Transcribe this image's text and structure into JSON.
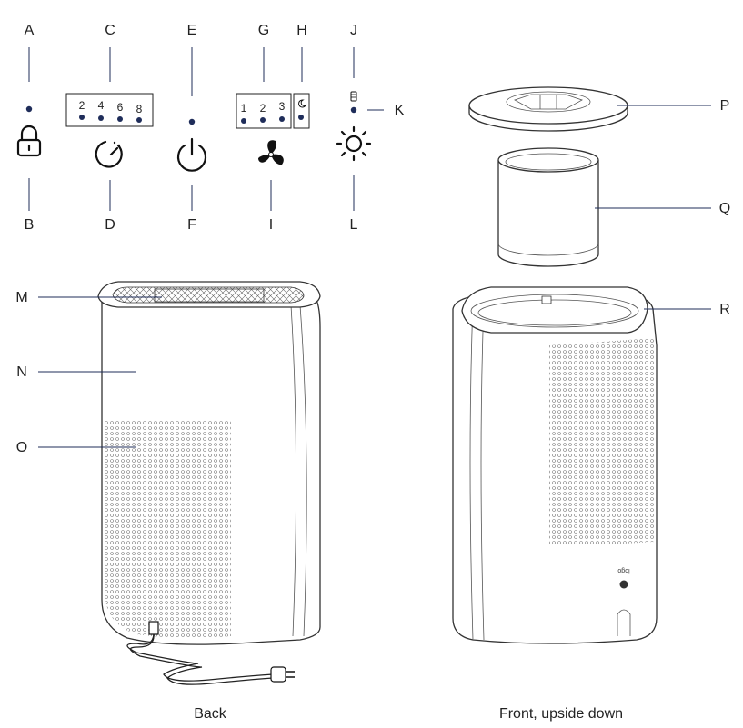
{
  "labels": {
    "A": "A",
    "B": "B",
    "C": "C",
    "D": "D",
    "E": "E",
    "F": "F",
    "G": "G",
    "H": "H",
    "I": "I",
    "J": "J",
    "K": "K",
    "L": "L",
    "M": "M",
    "N": "N",
    "O": "O",
    "P": "P",
    "Q": "Q",
    "R": "R"
  },
  "timer_hours": [
    "2",
    "4",
    "6",
    "8"
  ],
  "fan_speeds": [
    "1",
    "2",
    "3"
  ],
  "captions": {
    "back": "Back",
    "front": "Front, upside down"
  },
  "colors": {
    "indicator": "#1f2d5a",
    "outline": "#333333"
  },
  "icons": {
    "A": "lock-indicator-dot",
    "B": "lock-icon",
    "C": "timer-indicators",
    "D": "timer-icon",
    "E": "power-indicator-dot",
    "F": "power-icon",
    "G": "fan-speed-indicators",
    "H": "sleep-mode-indicator",
    "I": "fan-icon",
    "J": "filter-indicator-icon",
    "K": "filter-indicator-dot",
    "L": "light-icon"
  }
}
